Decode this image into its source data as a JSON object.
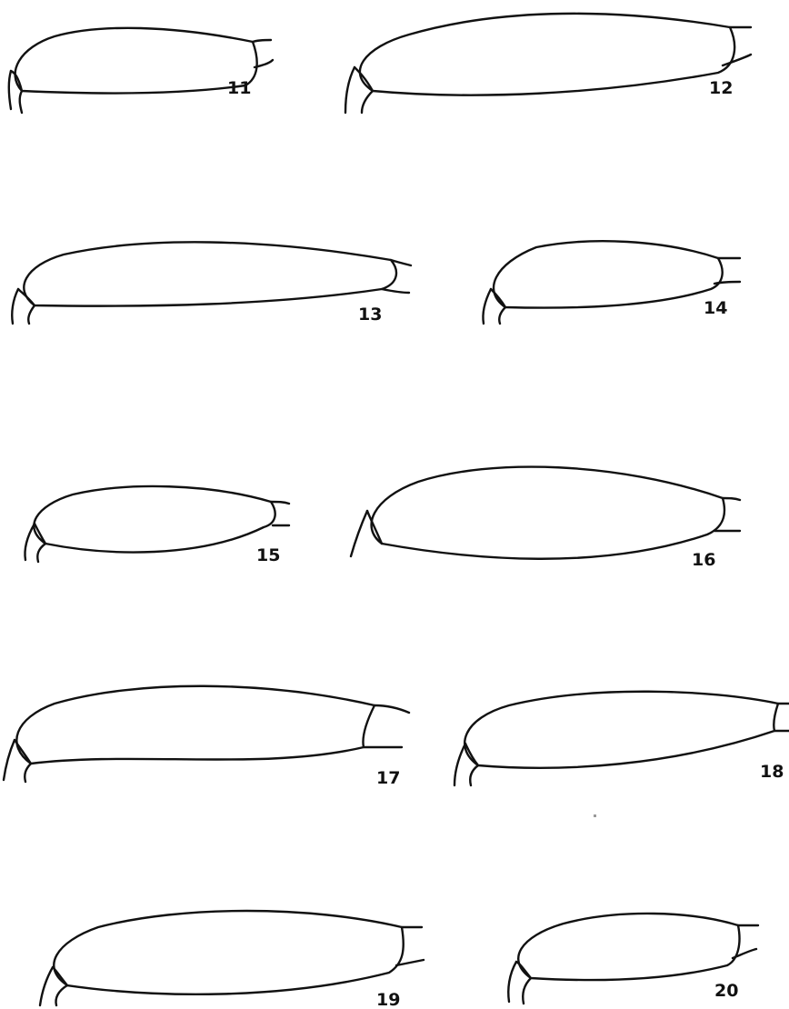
{
  "plate": {
    "figures": [
      {
        "label": "11",
        "icon": "leg-segment-outline"
      },
      {
        "label": "12",
        "icon": "leg-segment-outline"
      },
      {
        "label": "13",
        "icon": "leg-segment-outline"
      },
      {
        "label": "14",
        "icon": "leg-segment-outline"
      },
      {
        "label": "15",
        "icon": "leg-segment-outline"
      },
      {
        "label": "16",
        "icon": "leg-segment-outline"
      },
      {
        "label": "17",
        "icon": "leg-segment-outline"
      },
      {
        "label": "18",
        "icon": "leg-segment-outline"
      },
      {
        "label": "19",
        "icon": "leg-segment-outline"
      },
      {
        "label": "20",
        "icon": "leg-segment-outline"
      }
    ],
    "colors": {
      "background": "#ffffff",
      "ink": "#111111"
    }
  }
}
